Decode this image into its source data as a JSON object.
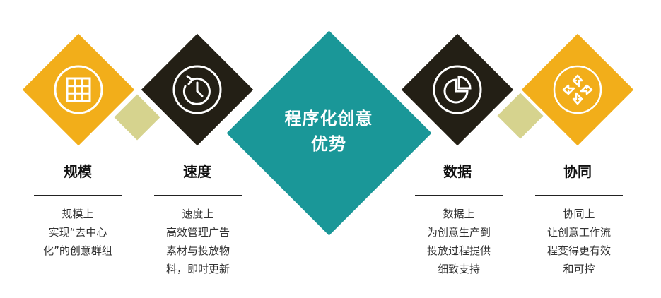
{
  "colors": {
    "yellow": "#F2AE1A",
    "dark": "#231F15",
    "teal": "#1A9798",
    "olive": "#D6D38E"
  },
  "center": {
    "lines": [
      "程序化创意",
      "优势"
    ]
  },
  "items": [
    {
      "icon": "grid-icon",
      "title": "规模",
      "lines": [
        "规模上",
        "实现“去中心",
        "化”的创意群组"
      ]
    },
    {
      "icon": "clock-refresh-icon",
      "title": "速度",
      "lines": [
        "速度上",
        "高效管理广告",
        "素材与投放物",
        "料，即时更新"
      ]
    },
    {
      "icon": "pie-chart-icon",
      "title": "数据",
      "lines": [
        "数据上",
        "为创意生产到",
        "投放过程提供",
        "细致支持"
      ]
    },
    {
      "icon": "collaboration-arrows-icon",
      "title": "协同",
      "lines": [
        "协同上",
        "让创意工作流",
        "程变得更有效",
        "和可控"
      ]
    }
  ]
}
